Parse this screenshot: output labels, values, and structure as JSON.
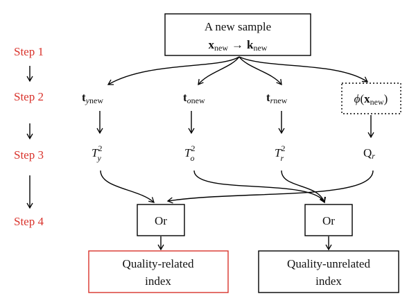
{
  "steps": [
    "Step 1",
    "Step 2",
    "Step 3",
    "Step 4"
  ],
  "top_box": {
    "title": "A new sample",
    "x_sym": "x",
    "k_sym": "k",
    "sub": "new",
    "arrow": "→"
  },
  "step2": {
    "t_sym": "t",
    "ty_sub": "y",
    "to_sub": "o",
    "tr_sub": "r",
    "new_sub": "new",
    "phi_sym": "ϕ",
    "phi_x": "x",
    "phi_sub": "new",
    "lparen": "(",
    "rparen": ")"
  },
  "step3": {
    "T_sym": "T",
    "sup": "2",
    "y_sub": "y",
    "o_sub": "o",
    "r_sub": "r",
    "Q_sym": "Q",
    "qr_sub": "r"
  },
  "step4": {
    "or_left": "Or",
    "or_right": "Or"
  },
  "outputs": {
    "left_line1": "Quality-related",
    "left_line2": "index",
    "right_line1": "Quality-unrelated",
    "right_line2": "index"
  },
  "colors": {
    "step_label": "#d9322b",
    "quality_related_border": "#d9322b"
  }
}
